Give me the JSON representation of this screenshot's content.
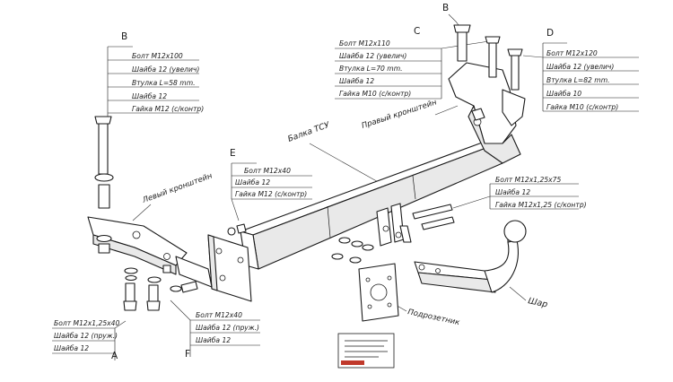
{
  "callouts": {
    "A": {
      "letter": "A",
      "lines": [
        "Болт M12x1,25x40",
        "Шайба 12 (пруж.)",
        "Шайба 12"
      ]
    },
    "B_top": {
      "letter": "B"
    },
    "B": {
      "letter": "B",
      "lines": [
        "Болт M12x100",
        "Шайба 12 (увелич)",
        "Втулка L=58 mm.",
        "Шайба 12",
        "Гайка M12 (с/контр)"
      ]
    },
    "C": {
      "letter": "C",
      "lines": [
        "Болт M12x110",
        "Шайба 12 (увелич)",
        "Втулка L=70 mm.",
        "Шайба 12",
        "Гайка M10 (с/контр)"
      ]
    },
    "D": {
      "letter": "D",
      "lines": [
        "Болт M12x120",
        "Шайба 12 (увелич)",
        "Втулка L=82 mm.",
        "Шайба 10",
        "Гайка M10 (с/контр)"
      ]
    },
    "E": {
      "letter": "E",
      "lines": [
        "Болт M12x40",
        "Шайба 12",
        "Гайка M12 (с/контр)"
      ]
    },
    "F": {
      "letter": "F",
      "lines": [
        "Болт M12x40",
        "Шайба 12 (пруж.)",
        "Шайба 12"
      ]
    },
    "G": {
      "lines": [
        "Болт M12x1,25x75",
        "Шайба 12",
        "Гайка M12x1,25 (с/контр)"
      ]
    }
  },
  "labels": {
    "beam": "Балка ТСУ",
    "right_bracket": "Правый кронштейн",
    "left_bracket": "Левый кронштейн",
    "socket_plate": "Подрозетник",
    "ball": "Шар"
  },
  "colors": {
    "line": "#1a1a1a",
    "stamp_red": "#c0392b"
  }
}
